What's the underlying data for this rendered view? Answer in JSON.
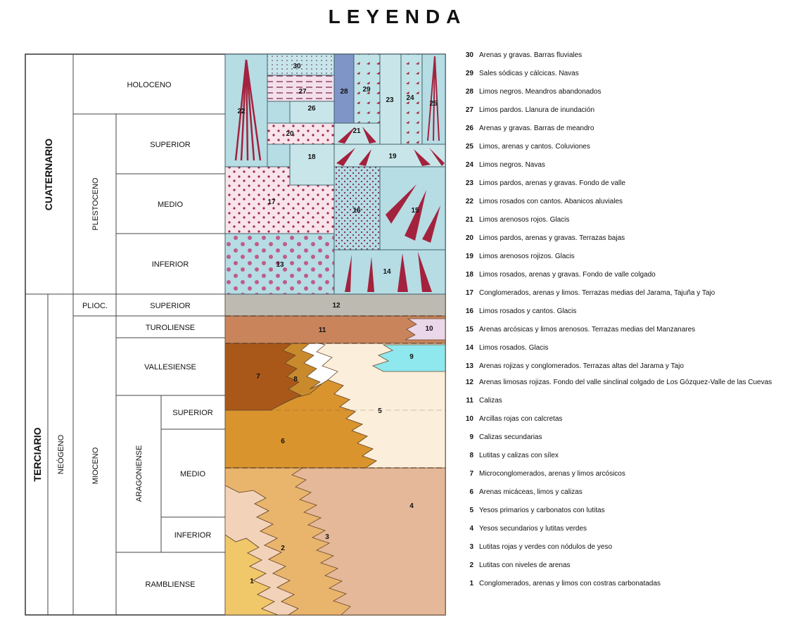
{
  "title": "LEYENDA",
  "periods": {
    "cuaternario": "CUATERNARIO",
    "terciario": "TERCIARIO"
  },
  "subperiods": {
    "plestoceno": "PLESTOCENO",
    "neogeno": "NEÓGENO",
    "mioceno": "MIOCENO",
    "aragoniense": "ARAGONIENSE"
  },
  "stages": {
    "holoceno": "HOLOCENO",
    "superior_q": "SUPERIOR",
    "medio_q": "MEDIO",
    "inferior_q": "INFERIOR",
    "plioc": "PLIOC.",
    "superior_p": "SUPERIOR",
    "turoliense": "TUROLIENSE",
    "vallesiense": "VALLESIENSE",
    "superior_a": "SUPERIOR",
    "medio_a": "MEDIO",
    "inferior_a": "INFERIOR",
    "rambliense": "RAMBLIENSE"
  },
  "units": [
    "1",
    "2",
    "3",
    "4",
    "5",
    "6",
    "7",
    "8",
    "9",
    "10",
    "11",
    "12",
    "13",
    "14",
    "15",
    "16",
    "17",
    "18",
    "19",
    "20",
    "21",
    "22",
    "23",
    "24",
    "25",
    "26",
    "27",
    "28",
    "29",
    "30"
  ],
  "legend": [
    {
      "num": "30",
      "text": "Arenas y gravas. Barras fluviales"
    },
    {
      "num": "29",
      "text": "Sales sódicas y cálcicas. Navas"
    },
    {
      "num": "28",
      "text": "Limos negros. Meandros abandonados"
    },
    {
      "num": "27",
      "text": "Limos pardos. Llanura de inundación"
    },
    {
      "num": "26",
      "text": "Arenas y gravas. Barras de meandro"
    },
    {
      "num": "25",
      "text": "Limos, arenas y cantos. Coluviones"
    },
    {
      "num": "24",
      "text": "Limos negros. Navas"
    },
    {
      "num": "23",
      "text": "Limos pardos, arenas y gravas. Fondo de valle"
    },
    {
      "num": "22",
      "text": "Limos rosados con cantos. Abanicos aluviales"
    },
    {
      "num": "21",
      "text": "Limos arenosos rojos. Glacis"
    },
    {
      "num": "20",
      "text": "Limos pardos, arenas y gravas. Terrazas bajas"
    },
    {
      "num": "19",
      "text": "Limos arenosos rojizos. Glacis"
    },
    {
      "num": "18",
      "text": "Limos rosados, arenas y gravas. Fondo de valle colgado"
    },
    {
      "num": "17",
      "text": "Conglomerados, arenas y limos. Terrazas medias del Jarama, Tajuña y Tajo"
    },
    {
      "num": "16",
      "text": "Limos rosados y cantos. Glacis"
    },
    {
      "num": "15",
      "text": "Arenas arcósicas y limos arenosos. Terrazas medias del Manzanares"
    },
    {
      "num": "14",
      "text": "Limos rosados. Glacis"
    },
    {
      "num": "13",
      "text": "Arenas rojizas y conglomerados. Terrazas altas del Jarama y Tajo"
    },
    {
      "num": "12",
      "text": "Arenas limosas rojizas. Fondo del valle sinclinal colgado de Los Gózquez-Valle de las Cuevas"
    },
    {
      "num": "11",
      "text": "Calizas"
    },
    {
      "num": "10",
      "text": "Arcillas rojas con calcretas"
    },
    {
      "num": "9",
      "text": "Calizas secundarias"
    },
    {
      "num": "8",
      "text": "Lutitas y calizas con sílex"
    },
    {
      "num": "7",
      "text": "Microconglomerados, arenas y limos arcósicos"
    },
    {
      "num": "6",
      "text": "Arenas micáceas, limos y calizas"
    },
    {
      "num": "5",
      "text": "Yesos primarios y carbonatos con lutitas"
    },
    {
      "num": "4",
      "text": "Yesos secundarios y lutitas verdes"
    },
    {
      "num": "3",
      "text": "Lutitas rojas y verdes con nódulos de yeso"
    },
    {
      "num": "2",
      "text": "Lutitas con niveles de arenas"
    },
    {
      "num": "1",
      "text": "Conglomerados, arenas y limos con costras carbonatadas"
    }
  ],
  "colors": {
    "c1": "#f0c86a",
    "c2": "#f2d2b8",
    "c3": "#e9b46c",
    "c4": "#e4b898",
    "c5": "#fbeedb",
    "c6": "#d9942e",
    "c7": "#a9581a",
    "c8": "#c88a2c",
    "c9": "#8ee8ee",
    "c10": "#ead7ea",
    "c11": "#c9845c",
    "c12": "#bdbab2",
    "water": "#b6dce4",
    "red": "#a3223d",
    "blue28": "#7f95c8",
    "light23": "#c8e6ea",
    "pink": "#f8dce4"
  }
}
